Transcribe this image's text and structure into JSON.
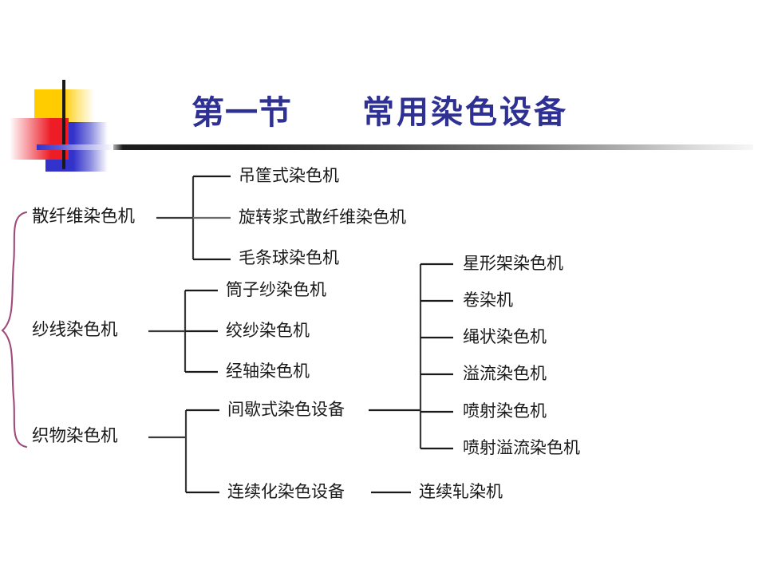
{
  "slide": {
    "title_main": "第一节",
    "title_sub": "常用染色设备",
    "title_color": "#2E3192",
    "brace_color": "#9E4A7A",
    "line_color": "#1a1a1a",
    "background": "#FFFFFF"
  },
  "logo": {
    "yellow": "#FFCC00",
    "blue": "#3333CC",
    "red": "#EE1C25",
    "cross": "#1a1a1a"
  },
  "tree": {
    "root_brace": "{",
    "branches": [
      {
        "label": "散纤维染色机",
        "children": [
          {
            "label": "吊筐式染色机"
          },
          {
            "label": "旋转浆式散纤维染色机"
          },
          {
            "label": "毛条球染色机"
          }
        ]
      },
      {
        "label": "纱线染色机",
        "children": [
          {
            "label": "筒子纱染色机"
          },
          {
            "label": "绞纱染色机"
          },
          {
            "label": "经轴染色机"
          }
        ]
      },
      {
        "label": "织物染色机",
        "children": [
          {
            "label": "间歇式染色设备",
            "children": [
              {
                "label": "星形架染色机"
              },
              {
                "label": "卷染机"
              },
              {
                "label": "绳状染色机"
              },
              {
                "label": "溢流染色机"
              },
              {
                "label": "喷射染色机"
              },
              {
                "label": "喷射溢流染色机"
              }
            ]
          },
          {
            "label": "连续化染色设备",
            "children": [
              {
                "label": "连续轧染机"
              }
            ]
          }
        ]
      }
    ]
  }
}
